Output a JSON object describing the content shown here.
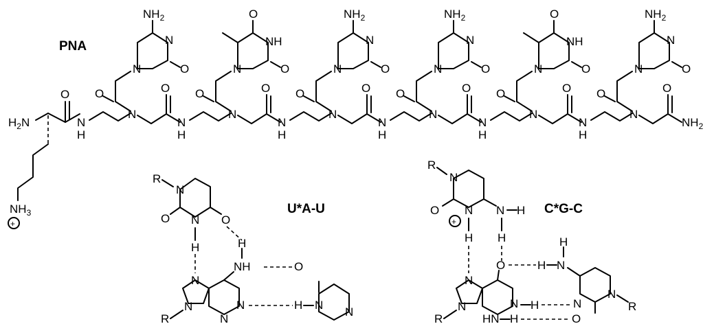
{
  "labels": {
    "pna": "PNA",
    "uau": "U*A-U",
    "cgc": "C*G-C"
  },
  "atoms": {
    "n": "N",
    "o": "O",
    "h": "H",
    "r": "R",
    "nh": "NH",
    "h2n_prefix": "H",
    "h2n_suffix": "N",
    "nh2_prefix": "NH",
    "sub2": "2",
    "sub3": "3",
    "nh3_prefix": "NH",
    "charge": "+",
    "hn": "HN"
  }
}
